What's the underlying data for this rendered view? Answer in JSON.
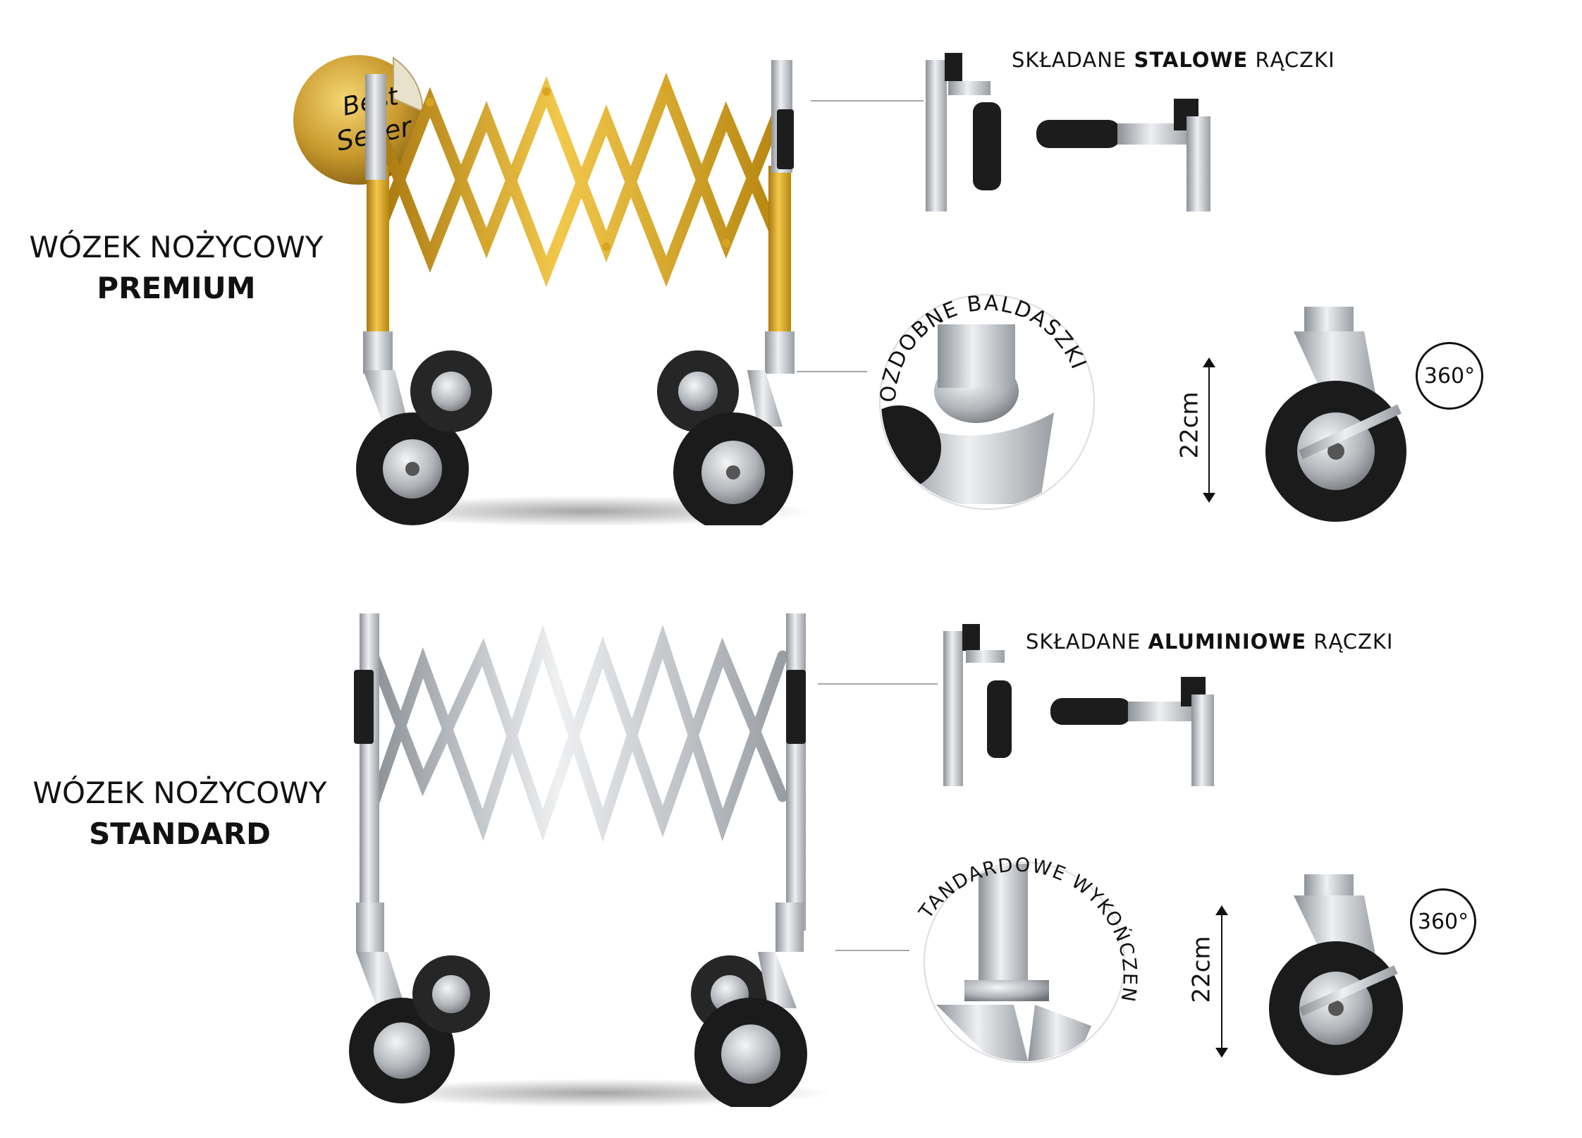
{
  "badge": {
    "line1": "Best",
    "line2": "Seller"
  },
  "premium": {
    "title_line1": "WÓZEK NOŻYCOWY",
    "title_line2": "PREMIUM",
    "handles_pre": "SKŁADANE",
    "handles_bold": "STALOWE",
    "handles_post": "RĄCZKI",
    "detail_arc": "OZDOBNE BALDASZKI",
    "wheel_size": "22cm",
    "rotation": "360°",
    "frame_color": "#d9a520"
  },
  "standard": {
    "title_line1": "WÓZEK NOŻYCOWY",
    "title_line2": "STANDARD",
    "handles_pre": "SKŁADANE",
    "handles_bold": "ALUMINIOWE",
    "handles_post": "RĄCZKI",
    "detail_arc": "STANDARDOWE WYKOŃCZENIE",
    "wheel_size": "22cm",
    "rotation": "360°",
    "frame_color": "#c4c7cc"
  }
}
